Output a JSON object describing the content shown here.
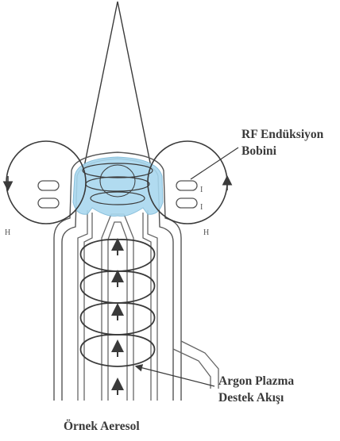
{
  "labels": {
    "rf_coil_line1": "RF Endüksiyon",
    "rf_coil_line2": "Bobini",
    "argon_line1": "Argon Plazma",
    "argon_line2": "Destek Akışı",
    "sample": "Örnek Aeresol",
    "field_left": "H",
    "field_right": "H",
    "current_upper": "I",
    "current_lower": "I"
  },
  "colors": {
    "line": "#3a3a3a",
    "plasma": "#a9d8ef",
    "background": "#ffffff"
  }
}
